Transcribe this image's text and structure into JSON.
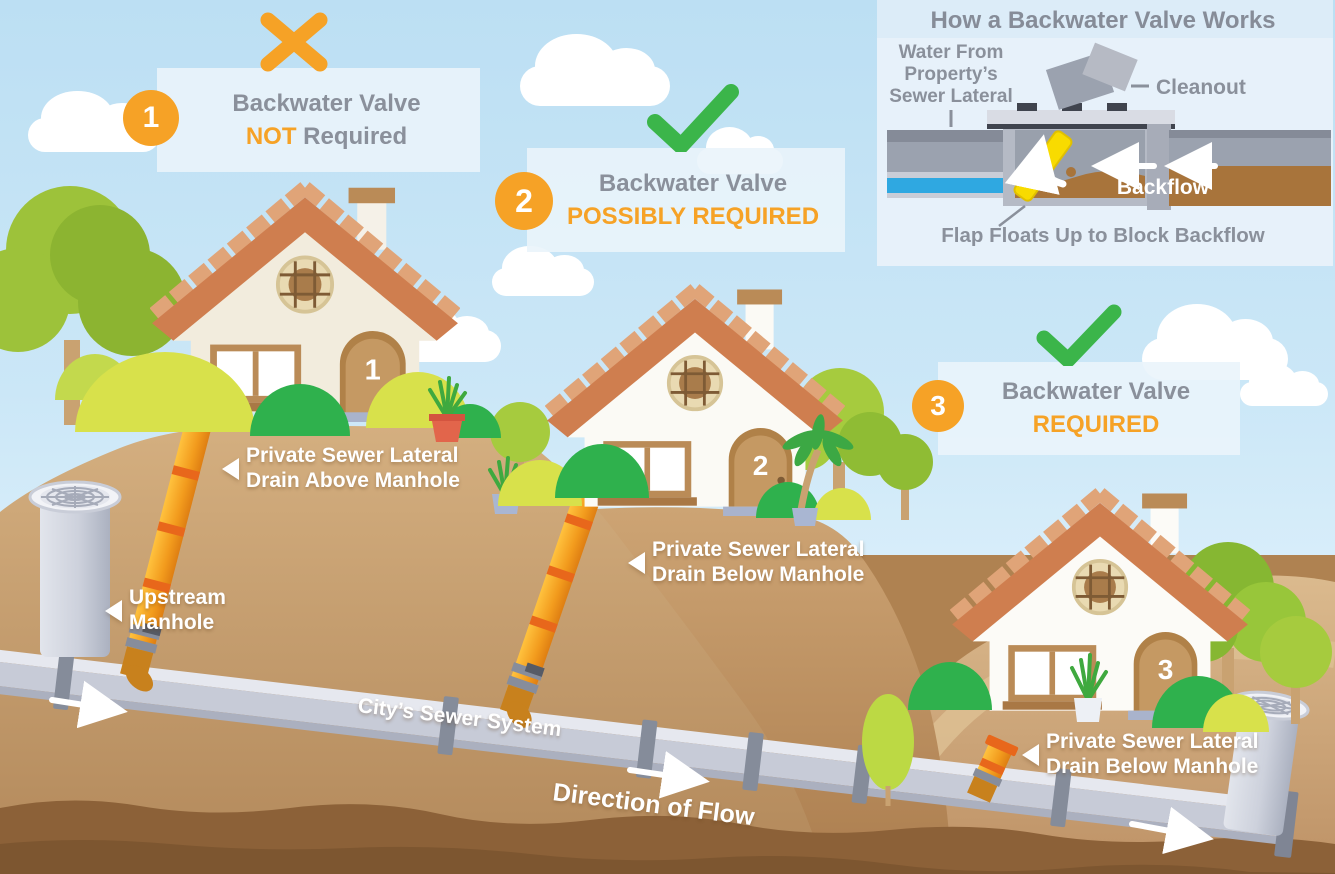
{
  "colors": {
    "accent_orange": "#F6A226",
    "check_green": "#3BB54A",
    "text_gray": "#8A909B",
    "pipe_orange": "#F29B1D",
    "water_blue": "#2FA8E1",
    "sewage_brown": "#A8743B",
    "sewer_gray": "#C7CBD7"
  },
  "badges": [
    {
      "number": "1",
      "mark": "x",
      "title": "Backwater Valve",
      "em": "NOT",
      "rest": " Required"
    },
    {
      "number": "2",
      "mark": "check",
      "title": "Backwater Valve",
      "em": "POSSIBLY REQUIRED",
      "rest": ""
    },
    {
      "number": "3",
      "mark": "check",
      "title": "Backwater Valve",
      "em": "REQUIRED",
      "rest": ""
    }
  ],
  "houses": [
    {
      "number": "1"
    },
    {
      "number": "2"
    },
    {
      "number": "3"
    }
  ],
  "labels": {
    "upstream": {
      "line1": "Upstream",
      "line2": "Manhole"
    },
    "lateral1": {
      "line1": "Private Sewer Lateral",
      "line2": "Drain Above Manhole"
    },
    "lateral2": {
      "line1": "Private Sewer Lateral",
      "line2": "Drain Below Manhole"
    },
    "lateral3": {
      "line1": "Private Sewer Lateral",
      "line2": "Drain Below Manhole"
    },
    "city_sewer": "City’s Sewer System",
    "direction_of_flow": "Direction of Flow"
  },
  "valve_panel": {
    "title": "How a Backwater Valve Works",
    "water_from": {
      "line1": "Water From",
      "line2": "Property’s",
      "line3": "Sewer Lateral"
    },
    "cleanout": "Cleanout",
    "backflow": "Backflow",
    "flap_caption": "Flap Floats Up to Block Backflow"
  }
}
